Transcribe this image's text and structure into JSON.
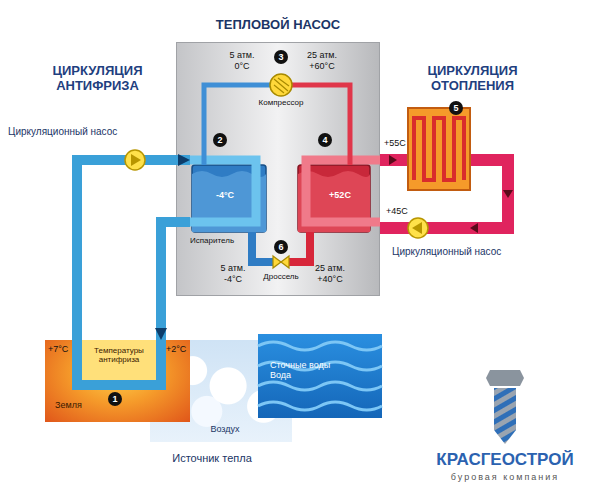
{
  "diagram": {
    "nodes": [
      {
        "text": [
          "ТЕПЛОВОЙ НАСОС"
        ]
      },
      {
        "text": [
          "Компрессор"
        ],
        "in": 0
      },
      {
        "text": [
          "-4°C",
          "Испаритель"
        ],
        "in": 0
      },
      {
        "text": [
          "+52C"
        ],
        "in": 0
      },
      {
        "text": [
          "Дроссель"
        ],
        "in": 0
      },
      {
        "text": [
          "Температуры антифриза",
          "Земля"
        ]
      },
      {
        "text": [
          "Воздух"
        ]
      },
      {
        "text": [
          "Сточные воды Вода"
        ]
      }
    ],
    "edges": [
      {
        "from": 5,
        "to": 2,
        "arrow": "to"
      },
      {
        "from": 2,
        "to": 5,
        "arrow": "to"
      },
      {
        "from": 2,
        "to": 1,
        "arrow": "none"
      },
      {
        "from": 1,
        "to": 3,
        "arrow": "none"
      },
      {
        "from": 3,
        "to": 4,
        "arrow": "none"
      },
      {
        "from": 4,
        "to": 2,
        "arrow": "none"
      }
    ],
    "labels": [
      "5 атм.",
      "0°C",
      "25 атм.",
      "+60°C",
      "5 атм.",
      "-4°C",
      "25 атм.",
      "+40°C",
      "ЦИРКУЛЯЦИЯ АНТИФРИЗА",
      "ЦИРКУЛЯЦИЯ ОТОПЛЕНИЯ",
      "Циркуляционный насос",
      "Циркуляционный насос",
      "+55C",
      "+45C",
      "+7°C",
      "+2°C",
      "Источник тепла",
      "1",
      "2",
      "3",
      "4",
      "5",
      "6",
      "КРАСГЕОСТРОЙ",
      "буровая компания"
    ]
  }
}
